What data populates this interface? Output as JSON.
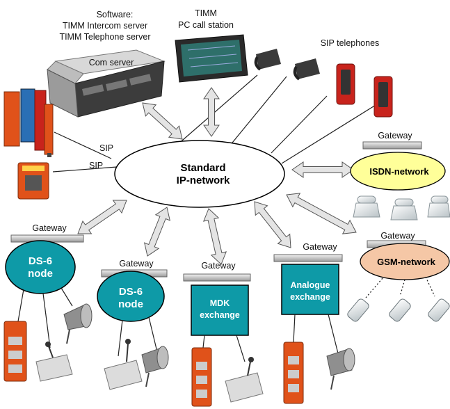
{
  "labels": {
    "software_heading": "Software:",
    "software_intercom": "TIMM Intercom server",
    "software_telephone": "TIMM Telephone server",
    "com_server": "Com server",
    "timm_title": "TIMM",
    "timm_subtitle": "PC call station",
    "sip_telephones": "SIP telephones",
    "sip_1": "SIP",
    "sip_2": "SIP",
    "ip_network_line1": "Standard",
    "ip_network_line2": "IP-network",
    "gateway_isdn": "Gateway",
    "isdn_network": "ISDN-network",
    "gateway_gsm": "Gateway",
    "gsm_network": "GSM-network",
    "gateway_ds6_left": "Gateway",
    "ds6_left_line1": "DS-6",
    "ds6_left_line2": "node",
    "gateway_ds6_mid": "Gateway",
    "ds6_mid_line1": "DS-6",
    "ds6_mid_line2": "node",
    "gateway_mdk": "Gateway",
    "mdk_line1": "MDK",
    "mdk_line2": "exchange",
    "gateway_analogue": "Gateway",
    "analogue_line1": "Analogue",
    "analogue_line2": "exchange"
  },
  "colors": {
    "ip_network_fill": "#ffffff",
    "isdn_fill": "#ffff99",
    "gsm_fill": "#f5c7a6",
    "node_fill": "#0e9aa7",
    "node_text": "#ffffff",
    "arrow_fill": "#e4e4e4",
    "arrow_stroke": "#555555",
    "device_orange": "#e0521a",
    "device_red": "#c8231c"
  }
}
